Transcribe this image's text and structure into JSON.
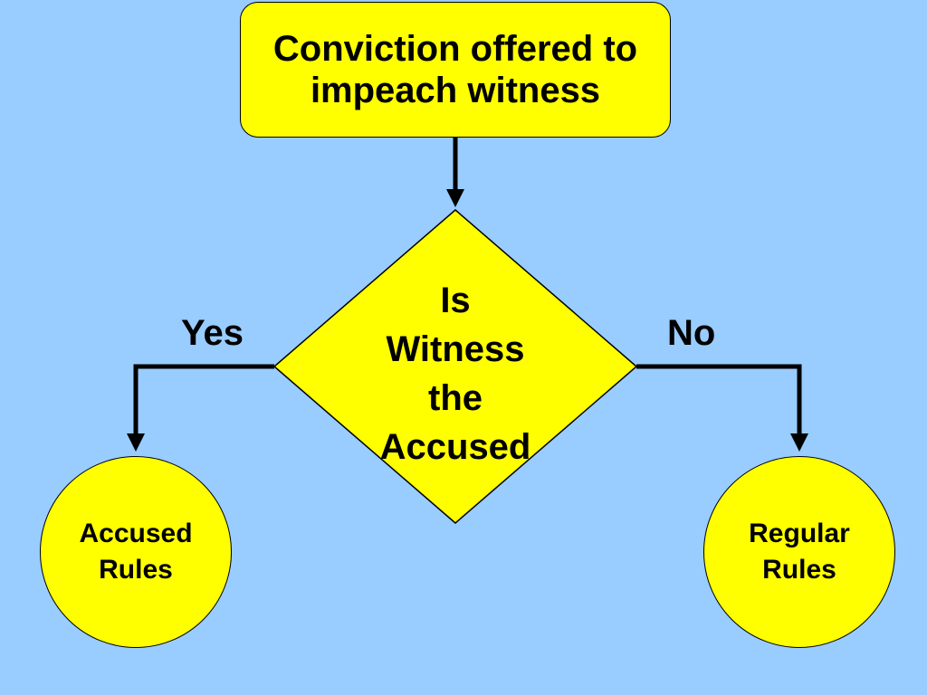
{
  "diagram": {
    "start": {
      "text": "Conviction offered to impeach witness"
    },
    "decision": {
      "lines": [
        "Is",
        "Witness",
        "the",
        "Accused"
      ]
    },
    "branches": {
      "yes": {
        "label": "Yes"
      },
      "no": {
        "label": "No"
      }
    },
    "outcomes": {
      "accused": {
        "lines": [
          "Accused",
          "Rules"
        ]
      },
      "regular": {
        "lines": [
          "Regular",
          "Rules"
        ]
      }
    }
  },
  "colors": {
    "background": "#99ccff",
    "shape_fill": "#ffff00",
    "outline": "#000000"
  }
}
